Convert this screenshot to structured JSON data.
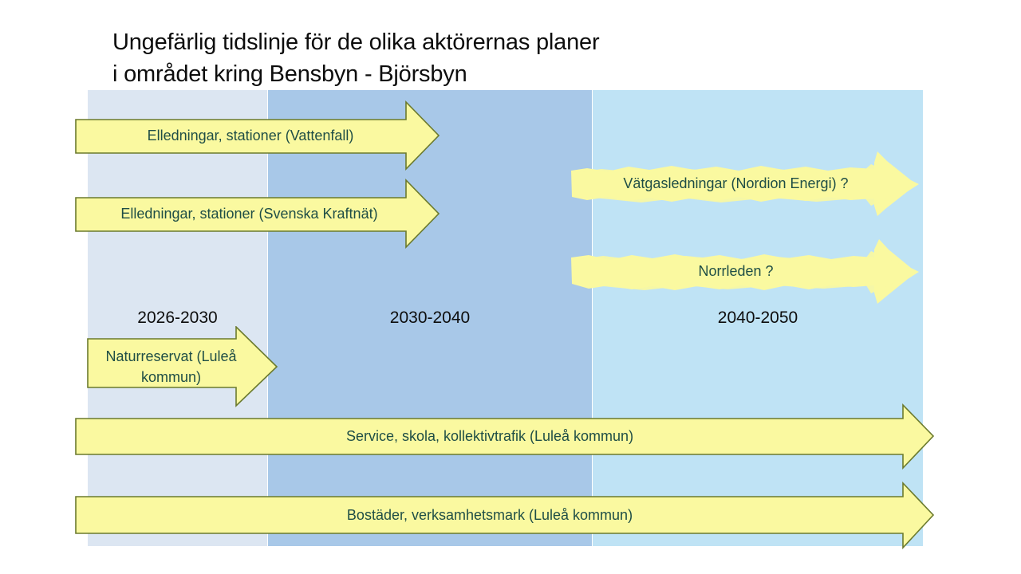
{
  "title": "Ungefärlig tidslinje för de olika aktörernas planer\ni området kring Bensbyn - Björsbyn",
  "chart_data": {
    "type": "table",
    "title": "Ungefärlig tidslinje för de olika aktörernas planer i området kring Bensbyn - Björsbyn",
    "xlabel": "",
    "ylabel": "",
    "grid": false,
    "legend": "none",
    "periods": [
      {
        "label": "2026-2030",
        "start": 2026,
        "end": 2030,
        "band_color": "#dce6f2"
      },
      {
        "label": "2030-2040",
        "start": 2030,
        "end": 2040,
        "band_color": "#a8c8e8"
      },
      {
        "label": "2040-2050",
        "start": 2040,
        "end": 2050,
        "band_color": "#bfe3f5"
      }
    ],
    "axis_range": [
      2026,
      2050
    ],
    "bars": [
      {
        "label": "Elledningar, stationer (Vattenfall)",
        "actor": "Vattenfall",
        "start": 2026,
        "end": 2036,
        "style": "solid-arrow",
        "uncertain": false
      },
      {
        "label": "Elledningar, stationer (Svenska Kraftnät)",
        "actor": "Svenska Kraftnät",
        "start": 2026,
        "end": 2036,
        "style": "solid-arrow",
        "uncertain": false
      },
      {
        "label": "Vätgasledningar (Nordion Energi) ?",
        "actor": "Nordion Energi",
        "start": 2040,
        "end": 2050,
        "style": "rough-arrow",
        "uncertain": true
      },
      {
        "label": "Norrleden ?",
        "actor": "",
        "start": 2040,
        "end": 2050,
        "style": "rough-arrow",
        "uncertain": true
      },
      {
        "label": "Naturreservat (Luleå kommun)",
        "actor": "Luleå kommun",
        "start": 2026,
        "end": 2031,
        "style": "solid-arrow",
        "uncertain": false
      },
      {
        "label": "Service, skola, kollektivtrafik (Luleå kommun)",
        "actor": "Luleå kommun",
        "start": 2026,
        "end": 2050,
        "style": "solid-arrow",
        "uncertain": false
      },
      {
        "label": "Bostäder, verksamhetsmark (Luleå kommun)",
        "actor": "Luleå kommun",
        "start": 2026,
        "end": 2050,
        "style": "solid-arrow",
        "uncertain": false
      }
    ]
  },
  "periods": [
    {
      "label": "2026-2030"
    },
    {
      "label": "2030-2040"
    },
    {
      "label": "2040-2050"
    }
  ],
  "arrows": {
    "vattenfall": {
      "label": "Elledningar, stationer (Vattenfall)"
    },
    "kraftnat": {
      "label": "Elledningar, stationer (Svenska Kraftnät)"
    },
    "vatgas": {
      "label": "Vätgasledningar (Nordion Energi) ?"
    },
    "norrleden": {
      "label": "Norrleden ?"
    },
    "naturreservat": {
      "label": "Naturreservat (Luleå kommun)"
    },
    "service": {
      "label": "Service, skola, kollektivtrafik (Luleå kommun)"
    },
    "bostader": {
      "label": "Bostäder, verksamhetsmark (Luleå kommun)"
    }
  },
  "colors": {
    "arrow_fill": "#faf9a0",
    "arrow_border": "#6b7a2e",
    "arrow_text": "#1f4e46",
    "band_1": "#dce6f2",
    "band_2": "#a8c8e8",
    "band_3": "#bfe3f5",
    "title_text": "#0d0d0d"
  }
}
